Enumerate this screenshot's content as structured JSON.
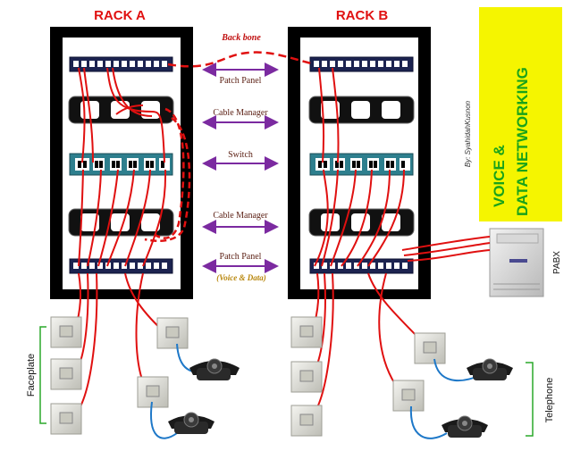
{
  "rack_a": {
    "title": "RACK A"
  },
  "rack_b": {
    "title": "RACK B"
  },
  "labels": {
    "backbone": "Back bone",
    "patch_panel_top": "Patch Panel",
    "cable_manager_top": "Cable Manager",
    "switch": "Switch",
    "cable_manager_bottom": "Cable Manager",
    "patch_panel_bottom": "Patch Panel",
    "voice_data": "(Voice & Data)",
    "faceplate": "Faceplate",
    "telephone": "Telephone",
    "pabx": "PABX"
  },
  "banner": {
    "line1": "VOICE &",
    "line2": "DATA NETWORKING",
    "author": "By: SyahidahKusnon"
  },
  "colors": {
    "rack": "#000000",
    "cable_red": "#e01010",
    "cable_blue": "#1e78c8",
    "arrow_purple": "#7b2aa0",
    "switch_teal": "#2e7f8e",
    "banner_yellow": "#f5f500",
    "banner_text": "#1aa31a"
  }
}
